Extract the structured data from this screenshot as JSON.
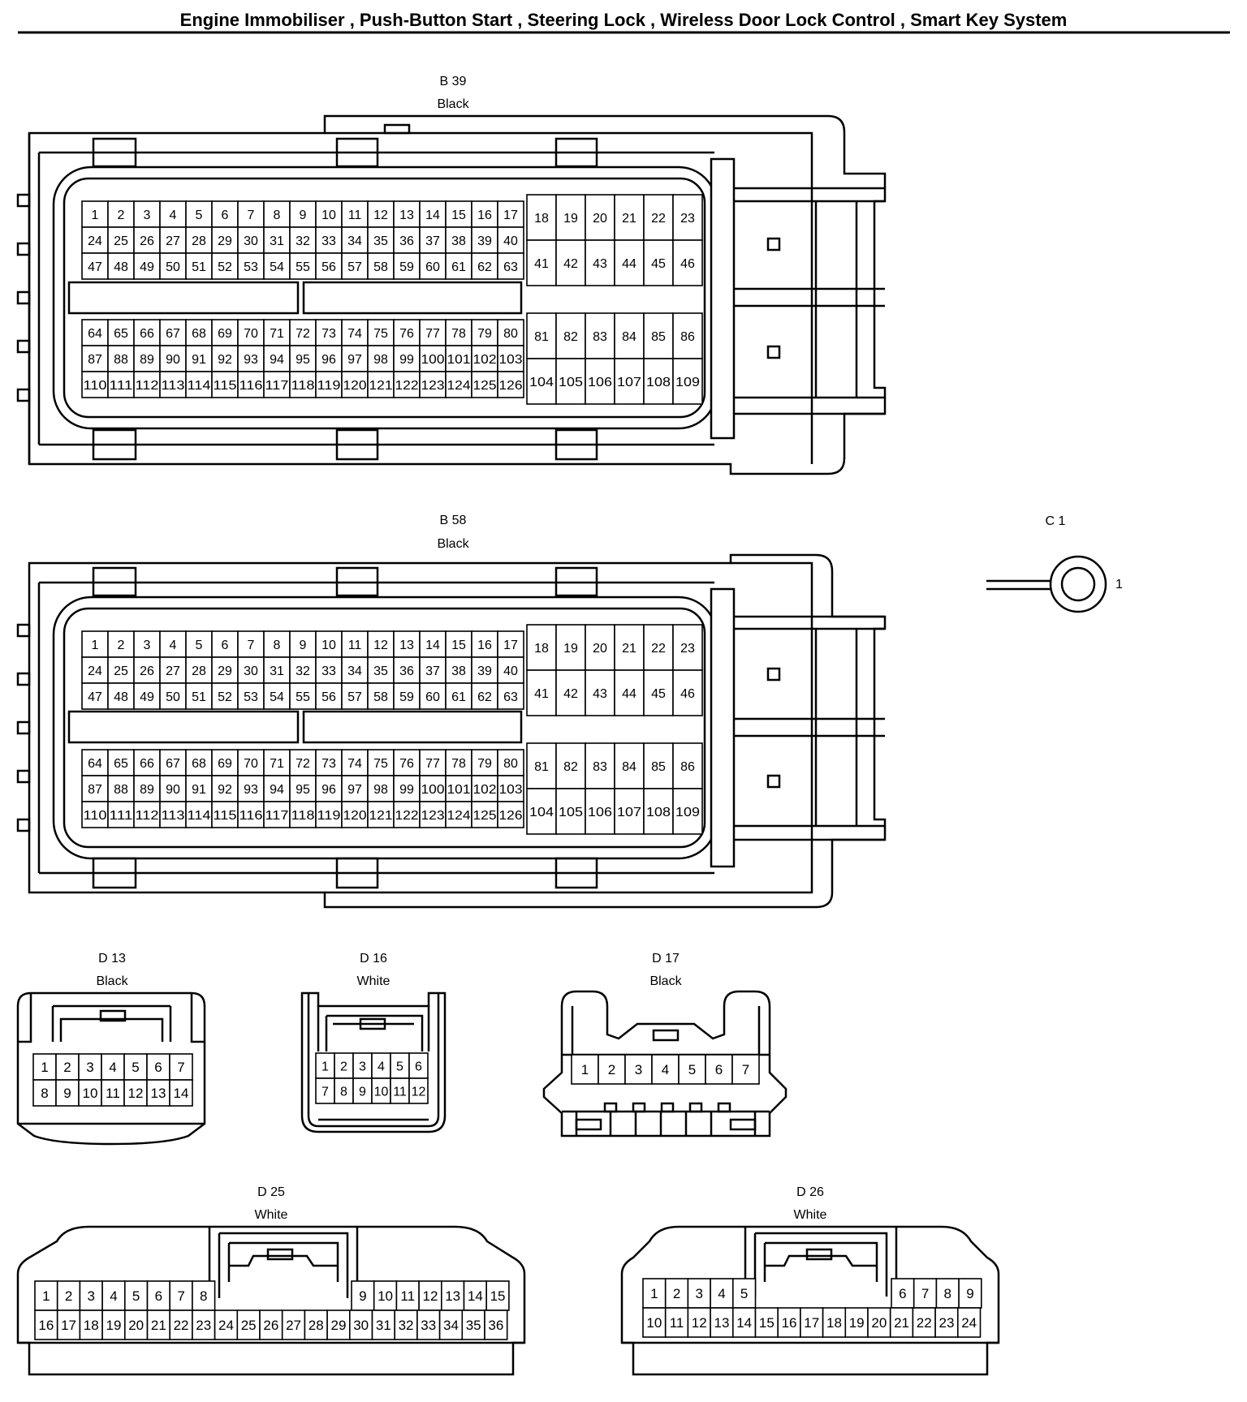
{
  "title": "Engine Immobiliser , Push-Button Start , Steering Lock , Wireless Door Lock Control , Smart Key System",
  "connectors": {
    "B39": {
      "name": "B 39",
      "color": "Black"
    },
    "B58": {
      "name": "B 58",
      "color": "Black"
    },
    "C1": {
      "name": "C 1",
      "pin": "1"
    },
    "D13": {
      "name": "D 13",
      "color": "Black"
    },
    "D16": {
      "name": "D 16",
      "color": "White"
    },
    "D17": {
      "name": "D 17",
      "color": "Black"
    },
    "D25": {
      "name": "D 25",
      "color": "White"
    },
    "D26": {
      "name": "D 26",
      "color": "White"
    }
  },
  "ecu_pins": {
    "left_top": [
      [
        "1",
        "2",
        "3",
        "4",
        "5",
        "6",
        "7",
        "8",
        "9",
        "10",
        "11",
        "12",
        "13",
        "14",
        "15",
        "16",
        "17"
      ],
      [
        "24",
        "25",
        "26",
        "27",
        "28",
        "29",
        "30",
        "31",
        "32",
        "33",
        "34",
        "35",
        "36",
        "37",
        "38",
        "39",
        "40"
      ],
      [
        "47",
        "48",
        "49",
        "50",
        "51",
        "52",
        "53",
        "54",
        "55",
        "56",
        "57",
        "58",
        "59",
        "60",
        "61",
        "62",
        "63"
      ]
    ],
    "left_bottom": [
      [
        "64",
        "65",
        "66",
        "67",
        "68",
        "69",
        "70",
        "71",
        "72",
        "73",
        "74",
        "75",
        "76",
        "77",
        "78",
        "79",
        "80"
      ],
      [
        "87",
        "88",
        "89",
        "90",
        "91",
        "92",
        "93",
        "94",
        "95",
        "96",
        "97",
        "98",
        "99",
        "100",
        "101",
        "102",
        "103"
      ],
      [
        "110",
        "111",
        "112",
        "113",
        "114",
        "115",
        "116",
        "117",
        "118",
        "119",
        "120",
        "121",
        "122",
        "123",
        "124",
        "125",
        "126"
      ]
    ],
    "right_top": [
      [
        "18",
        "19",
        "20",
        "21",
        "22",
        "23"
      ],
      [
        "41",
        "42",
        "43",
        "44",
        "45",
        "46"
      ]
    ],
    "right_bottom": [
      [
        "81",
        "82",
        "83",
        "84",
        "85",
        "86"
      ],
      [
        "104",
        "105",
        "106",
        "107",
        "108",
        "109"
      ]
    ]
  },
  "d13_pins": [
    [
      "1",
      "2",
      "3",
      "4",
      "5",
      "6",
      "7"
    ],
    [
      "8",
      "9",
      "10",
      "11",
      "12",
      "13",
      "14"
    ]
  ],
  "d16_pins": [
    [
      "1",
      "2",
      "3",
      "4",
      "5",
      "6"
    ],
    [
      "7",
      "8",
      "9",
      "10",
      "11",
      "12"
    ]
  ],
  "d17_pins": [
    [
      "1",
      "2",
      "3",
      "4",
      "5",
      "6",
      "7"
    ]
  ],
  "d25_pins": {
    "row1_left": [
      "1",
      "2",
      "3",
      "4",
      "5",
      "6",
      "7",
      "8"
    ],
    "row1_right": [
      "9",
      "10",
      "11",
      "12",
      "13",
      "14",
      "15"
    ],
    "row2": [
      "16",
      "17",
      "18",
      "19",
      "20",
      "21",
      "22",
      "23",
      "24",
      "25",
      "26",
      "27",
      "28",
      "29",
      "30",
      "31",
      "32",
      "33",
      "34",
      "35",
      "36"
    ]
  },
  "d26_pins": {
    "row1_left": [
      "1",
      "2",
      "3",
      "4",
      "5"
    ],
    "row1_right": [
      "6",
      "7",
      "8",
      "9"
    ],
    "row2": [
      "10",
      "11",
      "12",
      "13",
      "14",
      "15",
      "16",
      "17",
      "18",
      "19",
      "20",
      "21",
      "22",
      "23",
      "24"
    ]
  }
}
